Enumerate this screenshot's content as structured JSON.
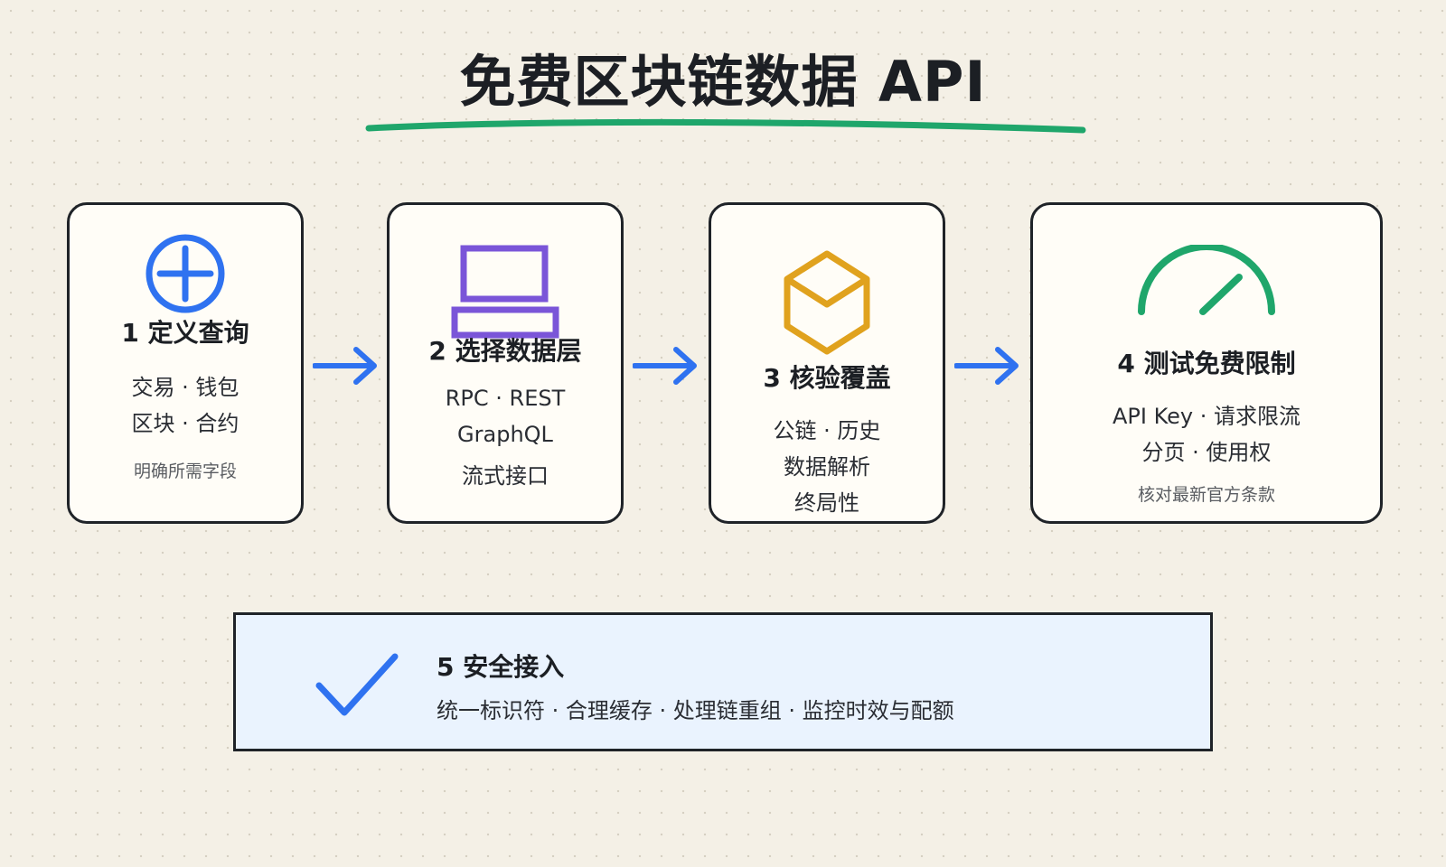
{
  "title": "免费区块链数据 API",
  "steps": [
    {
      "title": "1 定义查询",
      "lines": [
        "交易 · 钱包",
        "区块 · 合约"
      ],
      "note": "明确所需字段",
      "icon": "plus-circle-icon",
      "color": "#2f72f0"
    },
    {
      "title": "2 选择数据层",
      "lines": [
        "RPC · REST",
        "GraphQL",
        "流式接口"
      ],
      "icon": "laptop-icon",
      "color": "#7a55d8"
    },
    {
      "title": "3 核验覆盖",
      "lines": [
        "公链 · 历史",
        "数据解析",
        "终局性"
      ],
      "icon": "cube-icon",
      "color": "#e0a21e"
    },
    {
      "title": "4 测试免费限制",
      "lines": [
        "API Key · 请求限流",
        "分页 · 使用权"
      ],
      "note": "核对最新官方条款",
      "icon": "gauge-icon",
      "color": "#1fa66b"
    }
  ],
  "final_step": {
    "title": "5 安全接入",
    "description": "统一标识符 · 合理缓存 · 处理链重组 · 监控时效与配额",
    "icon": "checkmark-icon",
    "color": "#2f72f0"
  },
  "colors": {
    "accent_green": "#1fa66b",
    "arrow_blue": "#2f72f0",
    "border": "#1f2328"
  }
}
